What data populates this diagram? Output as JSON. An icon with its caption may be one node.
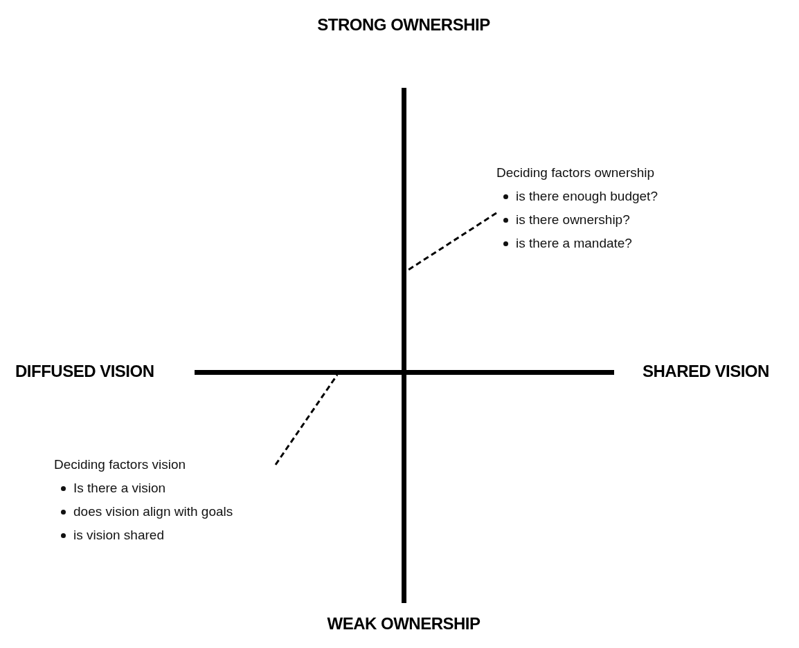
{
  "diagram": {
    "nodes": [
      {
        "text": [
          "Deciding factors ownership",
          "is there enough budget?",
          "is there ownership?",
          "is there a mandate?"
        ]
      },
      {
        "text": [],
        "shape": "bar"
      },
      {
        "text": [
          "Deciding factors vision",
          "Is there a vision",
          "does vision align with goals",
          "is vision shared"
        ]
      },
      {
        "text": [],
        "shape": "bar"
      }
    ],
    "edges": [
      {
        "from": 0,
        "to": 1,
        "arrow": "none",
        "style": "dashed"
      },
      {
        "from": 2,
        "to": 3,
        "arrow": "none",
        "style": "dashed"
      }
    ],
    "labels": [
      "STRONG OWNERSHIP",
      "DIFFUSED VISION",
      "SHARED VISION",
      "WEAK OWNERSHIP"
    ]
  }
}
